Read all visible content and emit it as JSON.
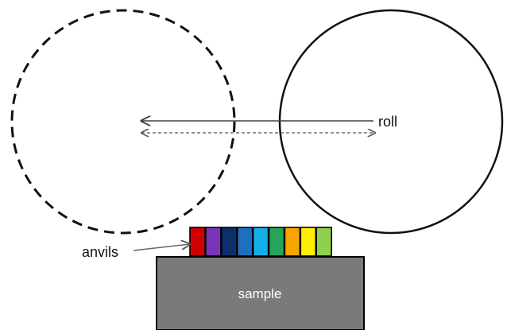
{
  "labels": {
    "roll": "roll",
    "anvils": "anvils",
    "sample": "sample"
  },
  "colors": {
    "outline": "#111111",
    "arrow_solid": "#444444",
    "arrow_dashed": "#555555",
    "sample_fill": "#7a7a7a",
    "sample_border": "#000000",
    "sample_text": "#ffffff"
  },
  "anvils": [
    {
      "color": "#d00000"
    },
    {
      "color": "#7b34b8"
    },
    {
      "color": "#0c2f6e"
    },
    {
      "color": "#1f6fc0"
    },
    {
      "color": "#15aee8"
    },
    {
      "color": "#26a55a"
    },
    {
      "color": "#f7a500"
    },
    {
      "color": "#ffee00"
    },
    {
      "color": "#8fd14f"
    }
  ]
}
